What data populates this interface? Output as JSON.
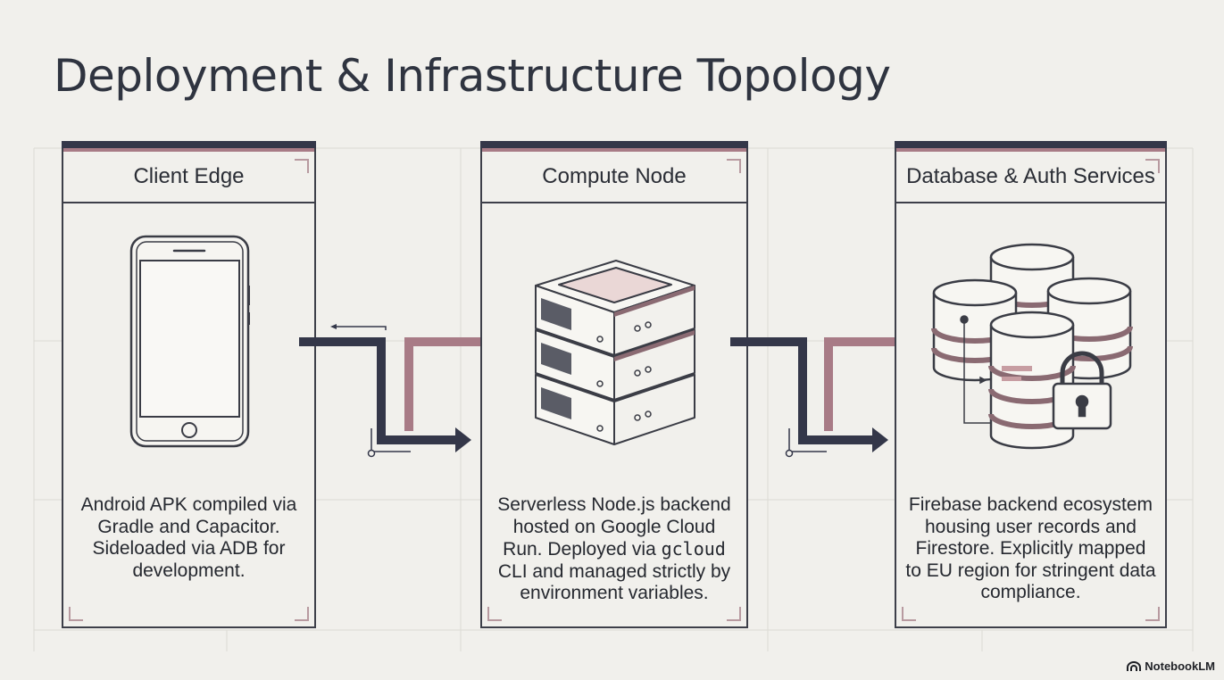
{
  "title": "Deployment & Infrastructure Topology",
  "colors": {
    "background": "#f1f0ec",
    "navy": "#343749",
    "mauve": "#a87b86",
    "outline": "#3d3f49"
  },
  "panels": [
    {
      "title": "Client Edge",
      "icon": "smartphone-icon",
      "description": "Android APK compiled via Gradle and Capacitor. Sideloaded via ADB for development."
    },
    {
      "title": "Compute Node",
      "icon": "server-stack-icon",
      "description_before": "Serverless Node.js backend hosted on Google Cloud Run. Deployed via ",
      "description_code": "gcloud",
      "description_after": " CLI and managed strictly by environment variables."
    },
    {
      "title": "Database & Auth Services",
      "icon": "database-lock-icon",
      "description": "Firebase backend ecosystem housing user records and Firestore. Explicitly mapped to EU region for stringent data compliance."
    }
  ],
  "watermark": "NotebookLM"
}
